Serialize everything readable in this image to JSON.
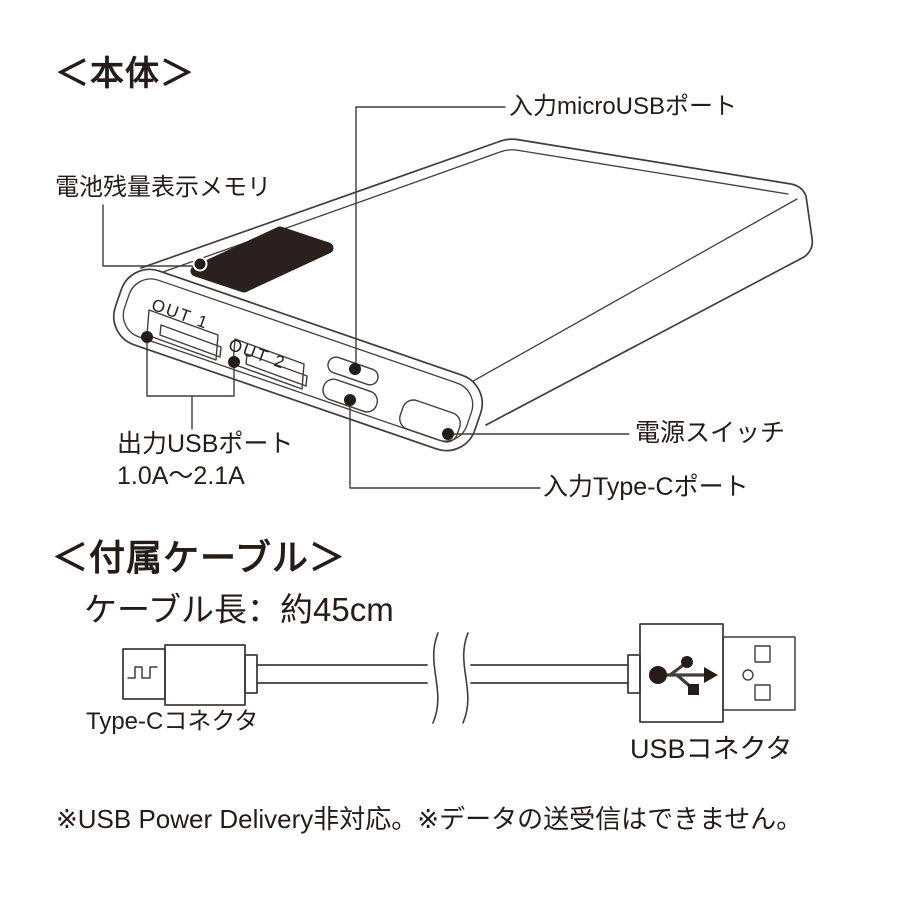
{
  "page": {
    "background": "#ffffff",
    "ink_color": "#251c18",
    "line_color": "#433c3a",
    "display_fill": "#2a211e"
  },
  "main_section": {
    "title": "＜本体＞",
    "labels": {
      "battery_indicator": "電池残量表示メモリ",
      "micro_usb_port": "入力microUSBポート",
      "output_usb_line1": "出力USBポート",
      "output_usb_line2": "1.0A～2.1A",
      "power_switch": "電源スイッチ",
      "type_c_port": "入力Type-Cポート",
      "out1": "OUT 1",
      "out2": "OUT 2"
    }
  },
  "cable_section": {
    "title": "＜付属ケーブル＞",
    "cable_length": "ケーブル長：約45cm",
    "type_c_connector": "Type-Cコネクタ",
    "usb_connector": "USBコネクタ"
  },
  "footnote": "※USB Power Delivery非対応。※データの送受信はできません。",
  "icons": {
    "usb_logo": "usb-trident-icon"
  }
}
